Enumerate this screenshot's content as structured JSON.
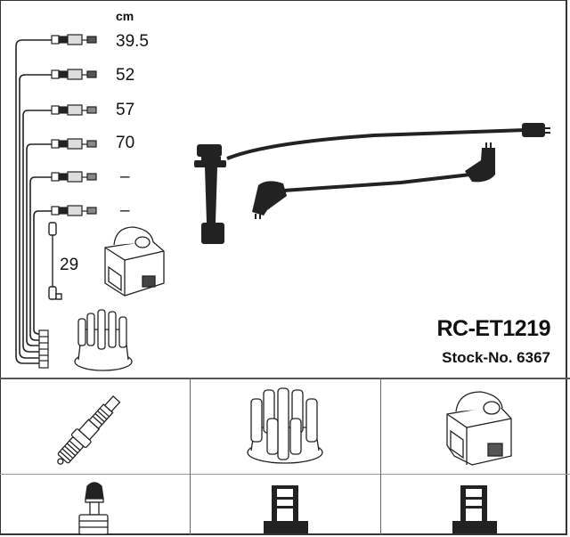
{
  "product": {
    "title": "RC-ET1219",
    "stock_label": "Stock-No. 6367"
  },
  "cable_lengths": {
    "unit": "cm",
    "items": [
      {
        "length": "39.5"
      },
      {
        "length": "52"
      },
      {
        "length": "57"
      },
      {
        "length": "70"
      },
      {
        "length": "–"
      },
      {
        "length": "–"
      }
    ],
    "coil_lead_length": "29"
  },
  "components": {
    "top": [
      "ignition-cable-with-plug-boot",
      "ignition-cable-angled-connector",
      "ignition-coil",
      "distributor-cap"
    ],
    "grid": [
      {
        "column": 1,
        "top": "spark-plug",
        "bottom": "spark-plug-terminal"
      },
      {
        "column": 2,
        "top": "distributor-cap",
        "bottom": "distributor-terminal"
      },
      {
        "column": 3,
        "top": "ignition-coil",
        "bottom": "coil-terminal"
      }
    ]
  },
  "colors": {
    "line": "#222222",
    "border": "#333333",
    "divider": "#666666"
  }
}
